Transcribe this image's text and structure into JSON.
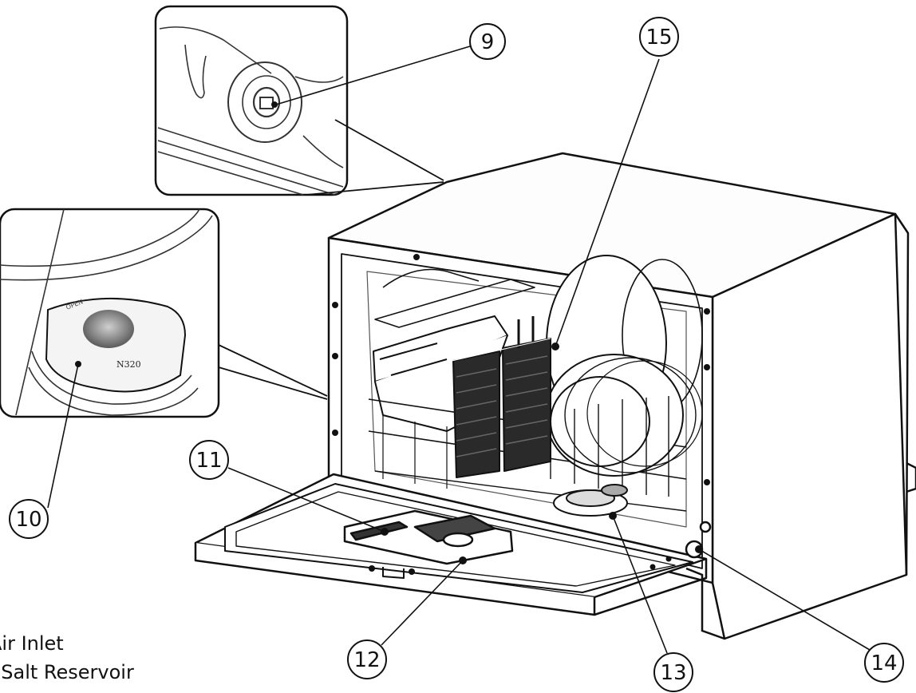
{
  "callouts": {
    "c9": "9",
    "c10": "10",
    "c11": "11",
    "c12": "12",
    "c13": "13",
    "c14": "14",
    "c15": "15"
  },
  "legend": {
    "item1": "Air Inlet",
    "item2": ". Salt Reservoir"
  },
  "insets": {
    "cap_text": "N320",
    "cap_label": "OPEN"
  }
}
